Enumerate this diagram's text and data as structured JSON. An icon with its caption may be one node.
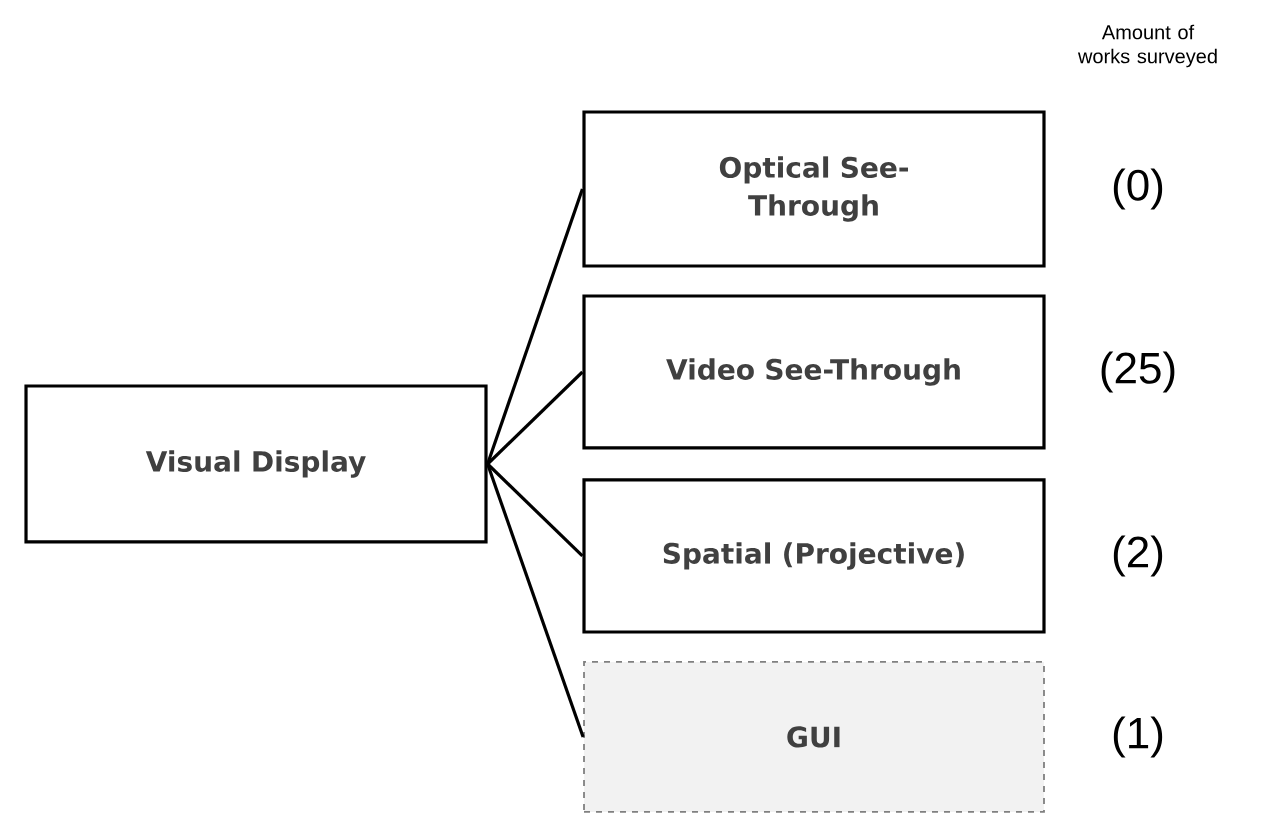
{
  "diagram": {
    "nodes": [
      {
        "text": [
          "Visual Display"
        ]
      },
      {
        "text": [
          "Optical See-Through"
        ],
        "beside": [
          "(0)"
        ]
      },
      {
        "text": [
          "Video See-Through"
        ],
        "beside": [
          "(25)"
        ]
      },
      {
        "text": [
          "Spatial (Projective)"
        ],
        "beside": [
          "(2)"
        ]
      },
      {
        "text": [
          "GUI"
        ],
        "beside": [
          "(1)"
        ]
      }
    ],
    "edges": [
      {
        "from": 0,
        "to": 1,
        "arrow": "none"
      },
      {
        "from": 0,
        "to": 2,
        "arrow": "none"
      },
      {
        "from": 0,
        "to": 3,
        "arrow": "none"
      },
      {
        "from": 0,
        "to": 4,
        "arrow": "none"
      }
    ],
    "labels": [
      "Amount of works surveyed"
    ]
  }
}
